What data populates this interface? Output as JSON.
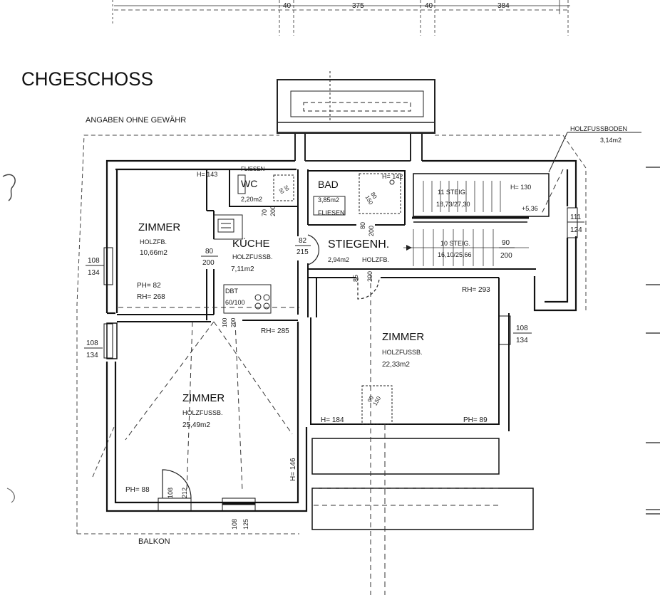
{
  "title": "CHGESCHOSS",
  "disclaimer": "ANGABEN OHNE GEWÄHR",
  "balcony": "BALKON",
  "top_dims": [
    "40",
    "375",
    "40",
    "384"
  ],
  "holzfussboden": {
    "label": "HOLZFUSSBODEN",
    "area": "3,14m2"
  },
  "rooms": {
    "zimmer1": {
      "name": "ZIMMER",
      "floor": "HOLZFB.",
      "area": "10,66m2",
      "ph": "PH= 82",
      "rh": "RH= 268",
      "h": "H= 143"
    },
    "wc": {
      "name": "WC",
      "area": "2,20m2",
      "tile": "FLIESEN",
      "fixture": "30\n50"
    },
    "bad": {
      "name": "BAD",
      "area": "3,85m2",
      "tile": "FLIESEN",
      "h": "H= 142",
      "fixture": "80\n150"
    },
    "kueche": {
      "name": "KÜCHE",
      "floor": "HOLZFUSSB.",
      "area": "7,11m2",
      "dbt": "DBT",
      "dbt_dim": "60/100"
    },
    "stiegenhaus": {
      "name": "STIEGENH.",
      "area": "2,94m2",
      "floor": "HOLZFB."
    },
    "stairs_upper": {
      "label": "11 STEIG.",
      "dims": "18,73/27,30",
      "h": "H= 130",
      "level": "+5,36"
    },
    "stairs_lower": {
      "label": "10 STEIG.",
      "dims": "16,10/25,66"
    },
    "zimmer2": {
      "name": "ZIMMER",
      "floor": "HOLZFUSSB.",
      "area": "22,33m2",
      "rh": "RH= 293",
      "h": "H= 184",
      "ph": "PH= 89",
      "fixture": "90\n150"
    },
    "zimmer3": {
      "name": "ZIMMER",
      "floor": "HOLZFUSSB.",
      "area": "25,49m2",
      "rh": "RH= 285",
      "ph": "PH= 88",
      "h": "H= 146"
    }
  },
  "door_dims": {
    "d1": [
      "80",
      "200"
    ],
    "d2": [
      "82",
      "215"
    ],
    "d3": [
      "90",
      "200"
    ],
    "d4": [
      "111",
      "124"
    ],
    "d5": [
      "108",
      "134"
    ],
    "d6": [
      "108",
      "134"
    ],
    "d7": [
      "108",
      "134"
    ],
    "d8": [
      "108",
      "212"
    ],
    "d9": [
      "108",
      "125"
    ],
    "d10": [
      "70",
      "200"
    ],
    "d11": [
      "80",
      "200"
    ],
    "d12": [
      "85",
      "200"
    ],
    "d13": [
      "100",
      "200"
    ]
  }
}
